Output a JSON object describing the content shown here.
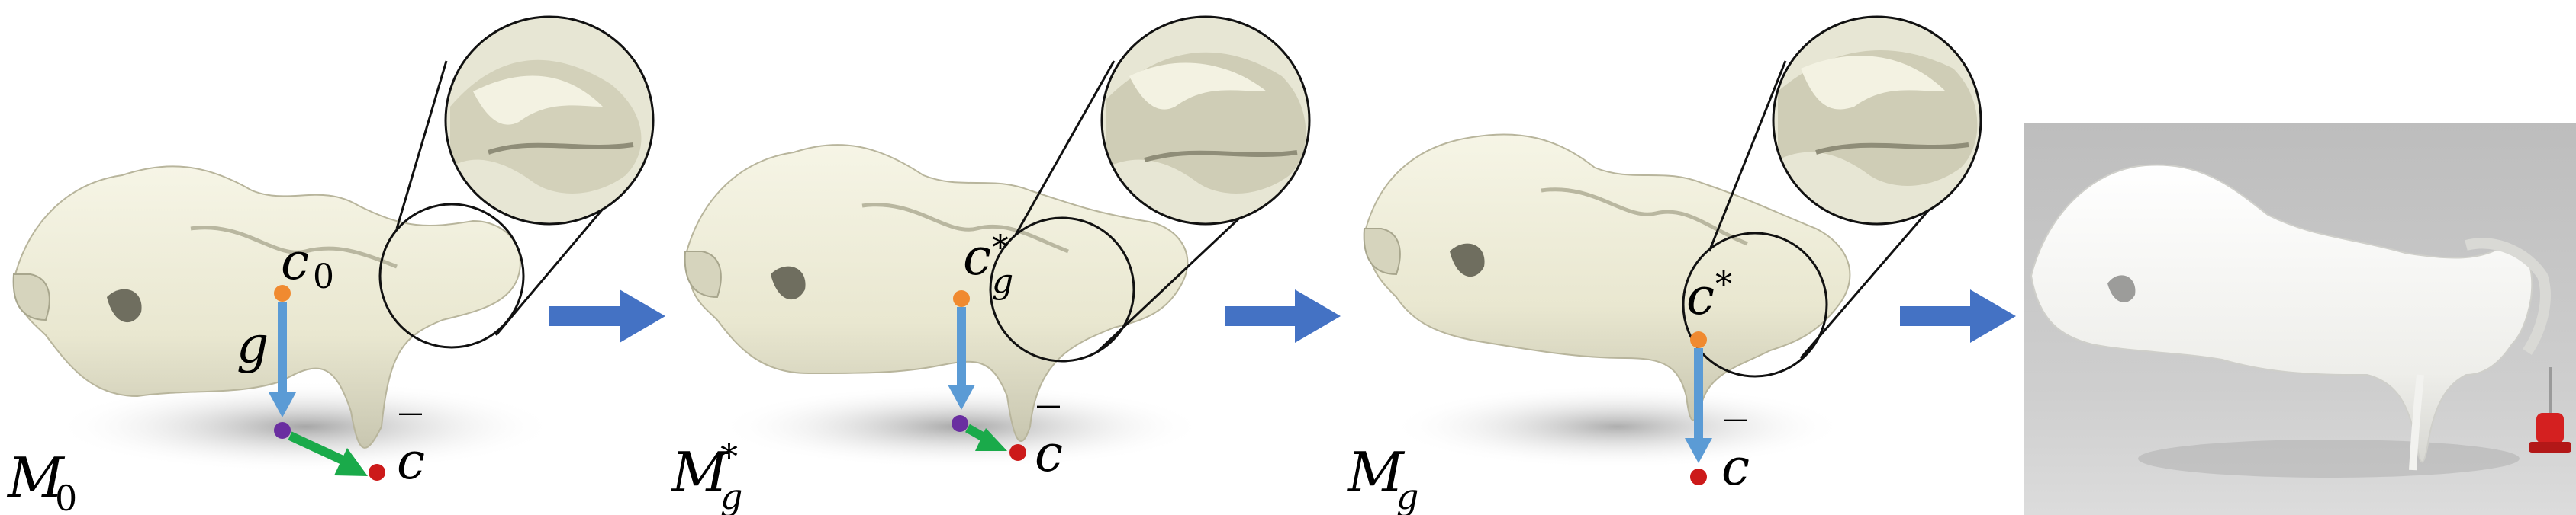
{
  "panels": [
    {
      "model_label": "M",
      "model_sub": "0",
      "com_label": "c",
      "com_sub": "0",
      "gravity_label": "g",
      "target_label": "c",
      "target_bar": "‾"
    },
    {
      "model_label": "M",
      "model_sup": "*",
      "model_sub": "g",
      "com_label": "c",
      "com_sup": "*",
      "com_sub": "g",
      "target_label": "c",
      "target_bar": "‾"
    },
    {
      "model_label": "M",
      "model_sub": "g",
      "com_label": "c",
      "com_sup": "*",
      "target_label": "c",
      "target_bar": "‾"
    }
  ],
  "colors": {
    "shape": "#efeedd",
    "shape_shadow": "#c9c7b2",
    "com_dot": "#f08a30",
    "projected_dot": "#6a2ea0",
    "target_dot": "#cc1a1a",
    "gravity_arrow": "#5b9bd5",
    "shift_arrow": "#1aaa4a",
    "step_arrow": "#4472c4",
    "photo_bg": "#c2c2c2",
    "print": "#f7f7f5",
    "pin": "#d42020"
  }
}
